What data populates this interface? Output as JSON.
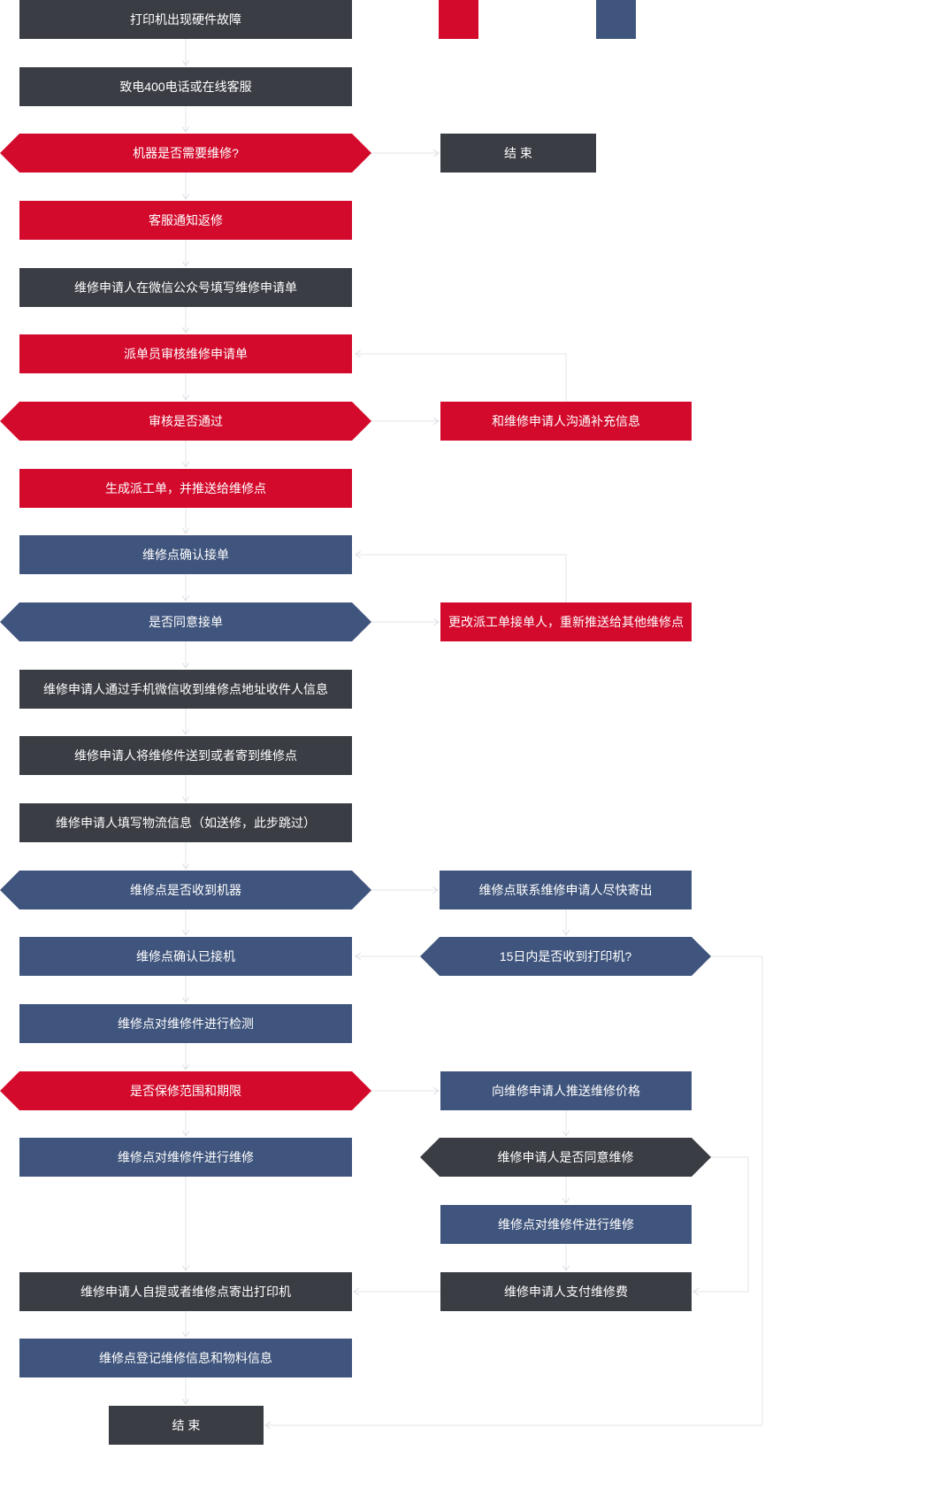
{
  "colors": {
    "dark": "#3b3d44",
    "red": "#d30a2c",
    "blue": "#40557d",
    "connector": "#e2e4ea"
  },
  "legend": {
    "swatches": [
      "red",
      "blue"
    ]
  },
  "nodes": {
    "n1": "打印机出现硬件故障",
    "n2": "致电400电话或在线客服",
    "n3": "机器是否需要维修?",
    "n4": "客服通知返修",
    "n5": "维修申请人在微信公众号填写维修申请单",
    "n6": "派单员审核维修申请单",
    "n7": "审核是否通过",
    "n8": "生成派工单，并推送给维修点",
    "n9": "维修点确认接单",
    "n10": "是否同意接单",
    "n11": "维修申请人通过手机微信收到维修点地址收件人信息",
    "n12": "维修申请人将维修件送到或者寄到维修点",
    "n13": "维修申请人填写物流信息（如送修，此步跳过）",
    "n14": "维修点是否收到机器",
    "n15": "维修点确认已接机",
    "n16": "维修点对维修件进行检测",
    "n17": "是否保修范围和期限",
    "n18": "维修点对维修件进行维修",
    "n19": "维修申请人自提或者维修点寄出打印机",
    "n20": "维修点登记维修信息和物料信息",
    "n21": "结  束",
    "r1": "结  束",
    "r2": "和维修申请人沟通补充信息",
    "r3": "更改派工单接单人，重新推送给其他维修点",
    "r4": "维修点联系维修申请人尽快寄出",
    "r5": "15日内是否收到打印机?",
    "r6": "向维修申请人推送维修价格",
    "r7": "维修申请人是否同意维修",
    "r8": "维修点对维修件进行维修",
    "r9": "维修申请人支付维修费"
  }
}
